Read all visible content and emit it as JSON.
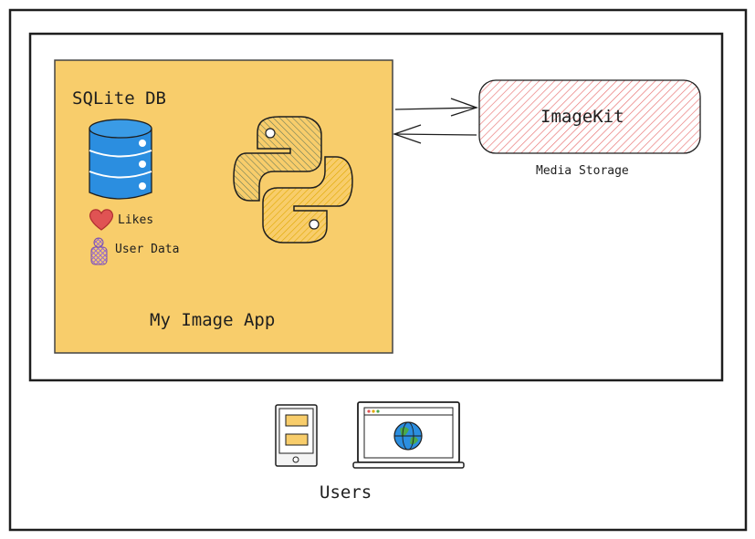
{
  "app": {
    "db_title": "SQLite DB",
    "likes_label": "Likes",
    "user_data_label": "User Data",
    "app_label": "My Image App"
  },
  "storage": {
    "service_label": "ImageKit",
    "caption": "Media Storage"
  },
  "users": {
    "label": "Users"
  },
  "icons": [
    "database-icon",
    "heart-icon",
    "user-data-icon",
    "python-logo-icon",
    "mobile-phone-icon",
    "laptop-icon",
    "globe-icon"
  ],
  "colors": {
    "app_fill": "#f8cd6b",
    "imagekit_hatch": "#e87070",
    "db_blue": "#2b8ee0",
    "python_blue": "#8c9a72",
    "python_yellow": "#f7c948",
    "stroke": "#1e1e1e"
  }
}
